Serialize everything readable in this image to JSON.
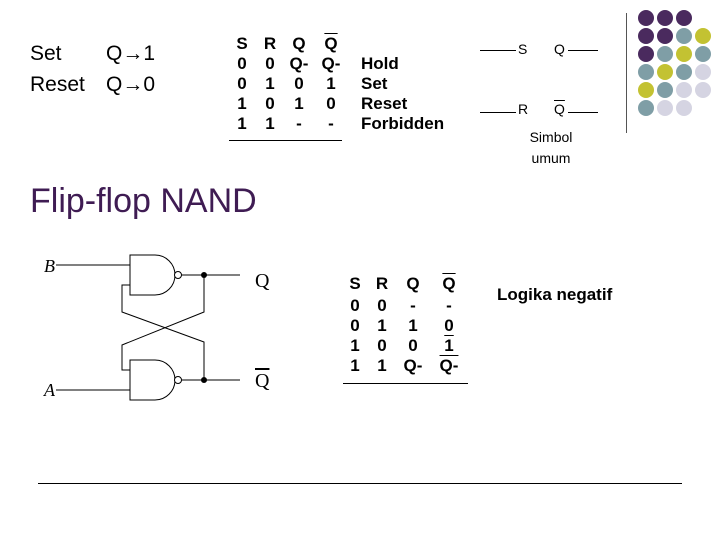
{
  "set_reset": {
    "set_label": "Set",
    "set_value": "Q→1",
    "reset_label": "Reset",
    "reset_value": "Q→0"
  },
  "table1": {
    "headers": [
      "S",
      "R",
      "Q",
      "Q"
    ],
    "rows": [
      [
        "0",
        "0",
        "Q-",
        "Q-",
        "Hold"
      ],
      [
        "0",
        "1",
        "0",
        "1",
        "Set"
      ],
      [
        "1",
        "0",
        "1",
        "0",
        "Reset"
      ],
      [
        "1",
        "1",
        "-",
        "-",
        "Forbidden"
      ]
    ]
  },
  "symbol": {
    "s_label": "S",
    "q_label": "Q",
    "r_label": "R",
    "qbar_label": "Q",
    "caption_line1": "Simbol",
    "caption_line2": "umum"
  },
  "title": "Flip-flop NAND",
  "circuit": {
    "input_b": "B",
    "input_a": "A",
    "output_q": "Q",
    "output_qbar": "Q"
  },
  "table2": {
    "headers": [
      "S",
      "R",
      "Q",
      "Q"
    ],
    "rows": [
      [
        "0",
        "0",
        "-",
        "-"
      ],
      [
        "0",
        "1",
        "1",
        "0"
      ],
      [
        "1",
        "0",
        "0",
        "1"
      ],
      [
        "1",
        "1",
        "Q-",
        "Q-"
      ]
    ]
  },
  "note": "Logika negatif",
  "colors": {
    "purple": "#4a2a5e",
    "teal": "#7f9ea6",
    "olive": "#c3c232",
    "lavender": "#d5d4e2",
    "title": "#3f1c53"
  }
}
